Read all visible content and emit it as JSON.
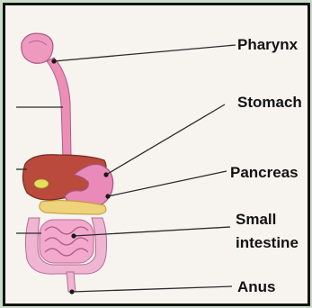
{
  "labels": {
    "pharynx": "Pharynx",
    "stomach": "Stomach",
    "pancreas": "Pancreas",
    "small_intestine_1": "Small",
    "small_intestine_2": "intestine",
    "anus": "Anus"
  },
  "colors": {
    "esophagus": "#ec8fb6",
    "liver": "#b94a3c",
    "stomach": "#e98ab8",
    "pancreas": "#efd37a",
    "intestine": "#f2a9cd",
    "leader_line": "#2a2a2a",
    "dot": "#1a1a1a"
  }
}
